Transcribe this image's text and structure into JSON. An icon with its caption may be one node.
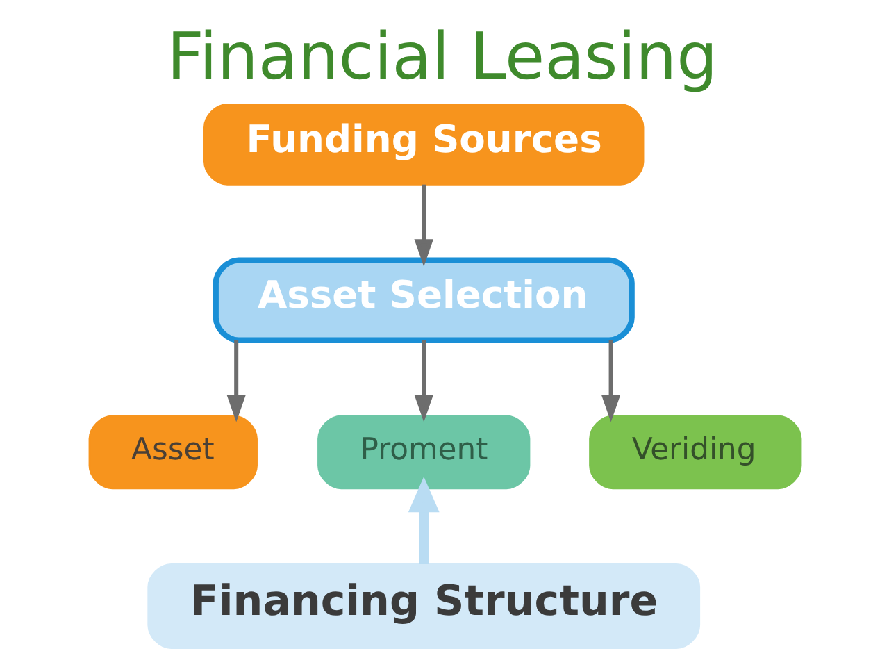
{
  "diagram": {
    "title": "Financial Leasing",
    "nodes": [
      {
        "text": [
          "Funding Sources"
        ]
      },
      {
        "text": [
          "Asset Selection"
        ]
      },
      {
        "text": [
          "Asset"
        ]
      },
      {
        "text": [
          "Proment"
        ]
      },
      {
        "text": [
          "Veriding"
        ]
      },
      {
        "text": [
          "Financing Structure"
        ]
      }
    ],
    "edges": [
      {
        "from": 0,
        "to": 1,
        "arrow": "to"
      },
      {
        "from": 1,
        "to": 2,
        "arrow": "to"
      },
      {
        "from": 1,
        "to": 3,
        "arrow": "to"
      },
      {
        "from": 1,
        "to": 4,
        "arrow": "to"
      },
      {
        "from": 5,
        "to": 3,
        "arrow": "to",
        "style": "thick",
        "color": "#b9dcf3"
      }
    ]
  }
}
